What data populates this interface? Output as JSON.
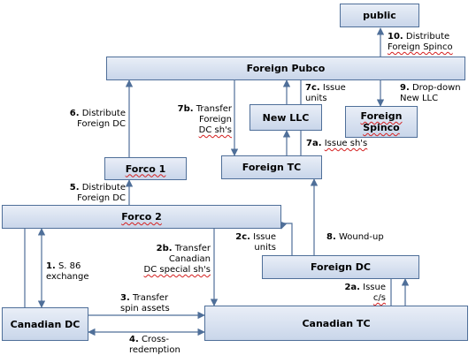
{
  "colors": {
    "box_fill_top": "#e9eef7",
    "box_fill_bottom": "#c9d6ea",
    "box_border": "#4f6f99",
    "arrow": "#4f6f99",
    "spellcheck": "#d42020"
  },
  "nodes": {
    "public": "public",
    "foreign_pubco": "Foreign Pubco",
    "new_llc": "New LLC",
    "foreign_spinco": "Foreign\nSpinco",
    "forco1": "Forco 1",
    "foreign_tc": "Foreign TC",
    "forco2": "Forco 2",
    "foreign_dc": "Foreign DC",
    "canadian_dc": "Canadian DC",
    "canadian_tc": "Canadian TC"
  },
  "steps": {
    "s1": {
      "num": "1.",
      "lines": [
        "S. 86",
        "exchange"
      ]
    },
    "s2a": {
      "num": "2a.",
      "lines": [
        "Issue",
        "c/s"
      ]
    },
    "s2b": {
      "num": "2b.",
      "lines": [
        "Transfer",
        "Canadian",
        "DC special sh's"
      ]
    },
    "s2c": {
      "num": "2c.",
      "lines": [
        "Issue",
        "units"
      ]
    },
    "s3": {
      "num": "3.",
      "lines": [
        "Transfer",
        "spin assets"
      ]
    },
    "s4": {
      "num": "4.",
      "lines": [
        "Cross-",
        "redemption"
      ]
    },
    "s5": {
      "num": "5.",
      "lines": [
        "Distribute",
        "Foreign DC"
      ]
    },
    "s6": {
      "num": "6.",
      "lines": [
        "Distribute",
        "Foreign DC"
      ]
    },
    "s7a": {
      "num": "7a.",
      "lines": [
        "Issue sh's"
      ]
    },
    "s7b": {
      "num": "7b.",
      "lines": [
        "Transfer",
        "Foreign",
        "DC sh's"
      ]
    },
    "s7c": {
      "num": "7c.",
      "lines": [
        "Issue",
        "units"
      ]
    },
    "s8": {
      "num": "8.",
      "lines": [
        "Wound-up"
      ]
    },
    "s9": {
      "num": "9.",
      "lines": [
        "Drop-down",
        "New LLC"
      ]
    },
    "s10": {
      "num": "10.",
      "lines": [
        "Distribute",
        "Foreign Spinco"
      ]
    }
  }
}
